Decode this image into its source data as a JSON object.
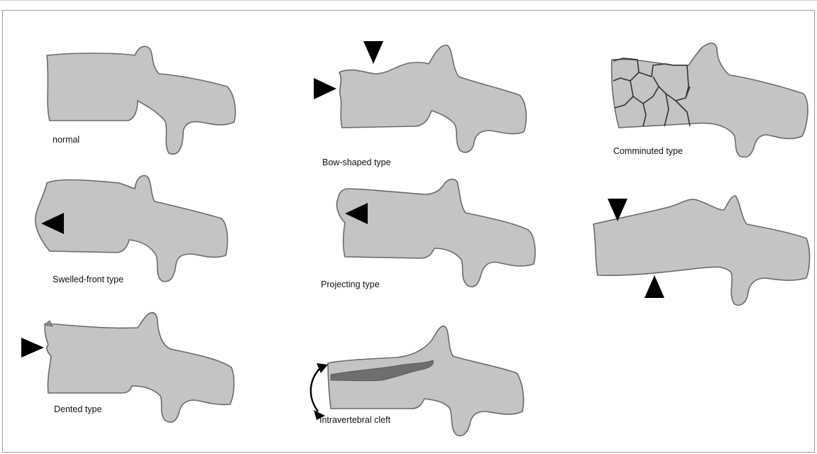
{
  "figure": {
    "items": [
      {
        "label": "normal"
      },
      {
        "label": "Bow-shaped type"
      },
      {
        "label": "Comminuted  type"
      },
      {
        "label": "Swelled-front type"
      },
      {
        "label": "Projecting type"
      },
      {
        "label": ""
      },
      {
        "label": "Dented type"
      },
      {
        "label": "Intravertebral cleft"
      }
    ]
  }
}
